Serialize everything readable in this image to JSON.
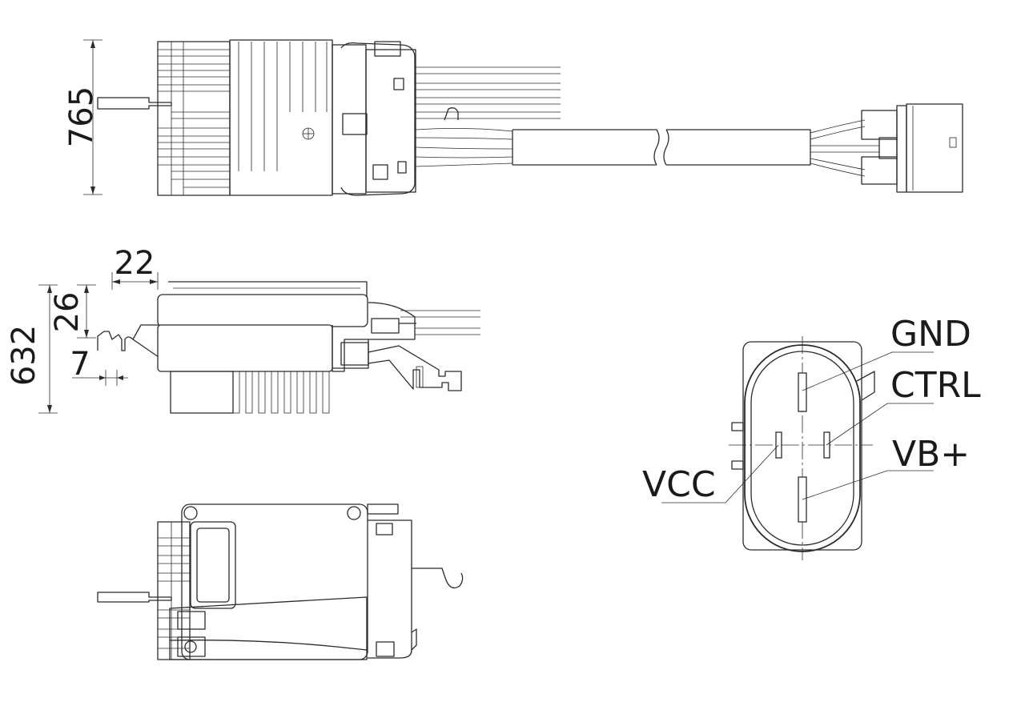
{
  "dimensions": {
    "length_765": "765",
    "height_632": "632",
    "height_26": "26",
    "width_22": "22",
    "width_7": "7"
  },
  "connector_pins": {
    "gnd": "GND",
    "ctrl": "CTRL",
    "vb_plus": "VB+",
    "vcc": "VCC"
  }
}
